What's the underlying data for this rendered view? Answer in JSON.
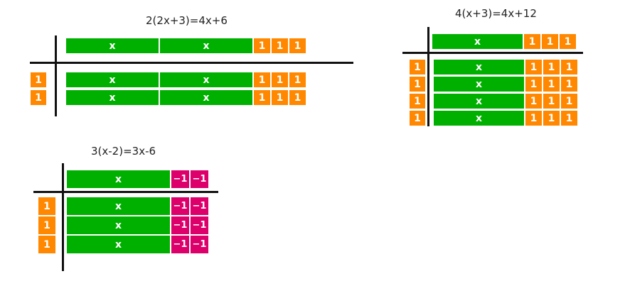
{
  "colors": {
    "x_tile": "#00b000",
    "one_tile": "#ff8800",
    "neg_one_tile": "#dd006b",
    "axis": "#111111"
  },
  "tile_labels": {
    "x": "x",
    "one": "1",
    "neg_one": "−1"
  },
  "diagrams": [
    {
      "title": "2(2x+3)=4x+6",
      "factor_top": [
        "x",
        "x",
        "1",
        "1",
        "1"
      ],
      "factor_left": [
        "1",
        "1"
      ],
      "product_rows": [
        [
          "x",
          "x",
          "1",
          "1",
          "1"
        ],
        [
          "x",
          "x",
          "1",
          "1",
          "1"
        ]
      ]
    },
    {
      "title": "4(x+3)=4x+12",
      "factor_top": [
        "x",
        "1",
        "1",
        "1"
      ],
      "factor_left": [
        "1",
        "1",
        "1",
        "1"
      ],
      "product_rows": [
        [
          "x",
          "1",
          "1",
          "1"
        ],
        [
          "x",
          "1",
          "1",
          "1"
        ],
        [
          "x",
          "1",
          "1",
          "1"
        ],
        [
          "x",
          "1",
          "1",
          "1"
        ]
      ]
    },
    {
      "title": "3(x-2)=3x-6",
      "factor_top": [
        "x",
        "−1",
        "−1"
      ],
      "factor_left": [
        "1",
        "1",
        "1"
      ],
      "product_rows": [
        [
          "x",
          "−1",
          "−1"
        ],
        [
          "x",
          "−1",
          "−1"
        ],
        [
          "x",
          "−1",
          "−1"
        ]
      ]
    }
  ]
}
